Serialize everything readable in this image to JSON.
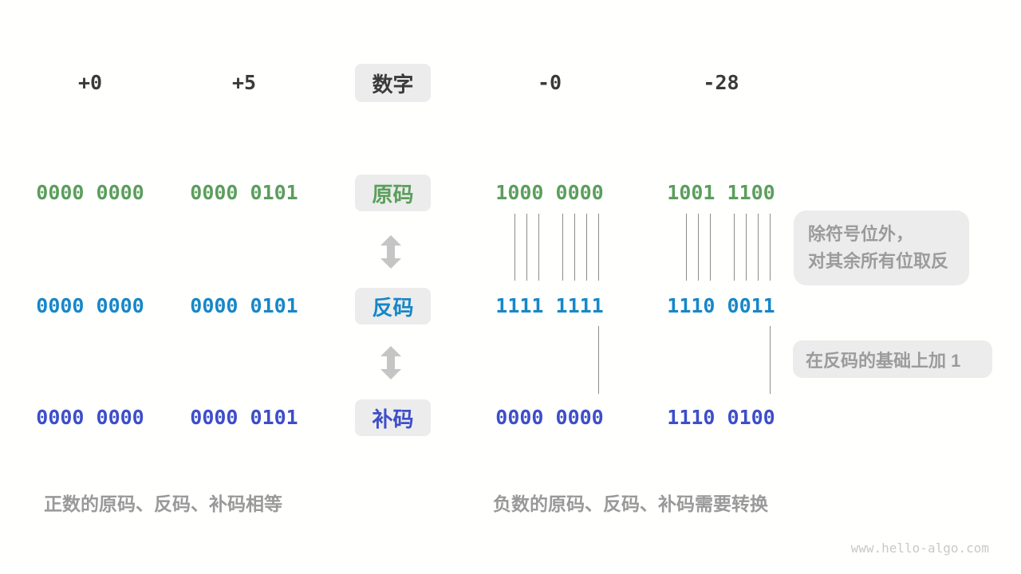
{
  "palette": {
    "sign_magnitude_green": "#5b9e5c",
    "ones_complement_blue": "#1787c8",
    "twos_complement_indigo": "#3d4ec9",
    "box_background": "#ececec",
    "annotation_gray": "#9b9b9b",
    "header_dark": "#3a3a3a",
    "line_gray": "#8c8c8c",
    "arrow_gray": "#c5c5c5"
  },
  "headers": {
    "plus_zero": "+0",
    "plus_five": "+5",
    "label": "数字",
    "minus_zero": "-0",
    "minus_twenty_eight": "-28"
  },
  "rows": [
    {
      "key": "sign-magnitude",
      "label": "原码",
      "values": [
        "0000 0000",
        "0000 0101",
        "1000 0000",
        "1001 1100"
      ]
    },
    {
      "key": "ones-complement",
      "label": "反码",
      "values": [
        "0000 0000",
        "0000 0101",
        "1111 1111",
        "1110 0011"
      ]
    },
    {
      "key": "twos-complement",
      "label": "补码",
      "values": [
        "0000 0000",
        "0000 0101",
        "0000 0000",
        "1110 0100"
      ]
    }
  ],
  "annotations": {
    "invert_line1": "除符号位外，",
    "invert_line2": "对其余所有位取反",
    "add_one": "在反码的基础上加 1"
  },
  "captions": {
    "positive": "正数的原码、反码、补码相等",
    "negative": "负数的原码、反码、补码需要转换"
  },
  "watermark": "www.hello-algo.com"
}
